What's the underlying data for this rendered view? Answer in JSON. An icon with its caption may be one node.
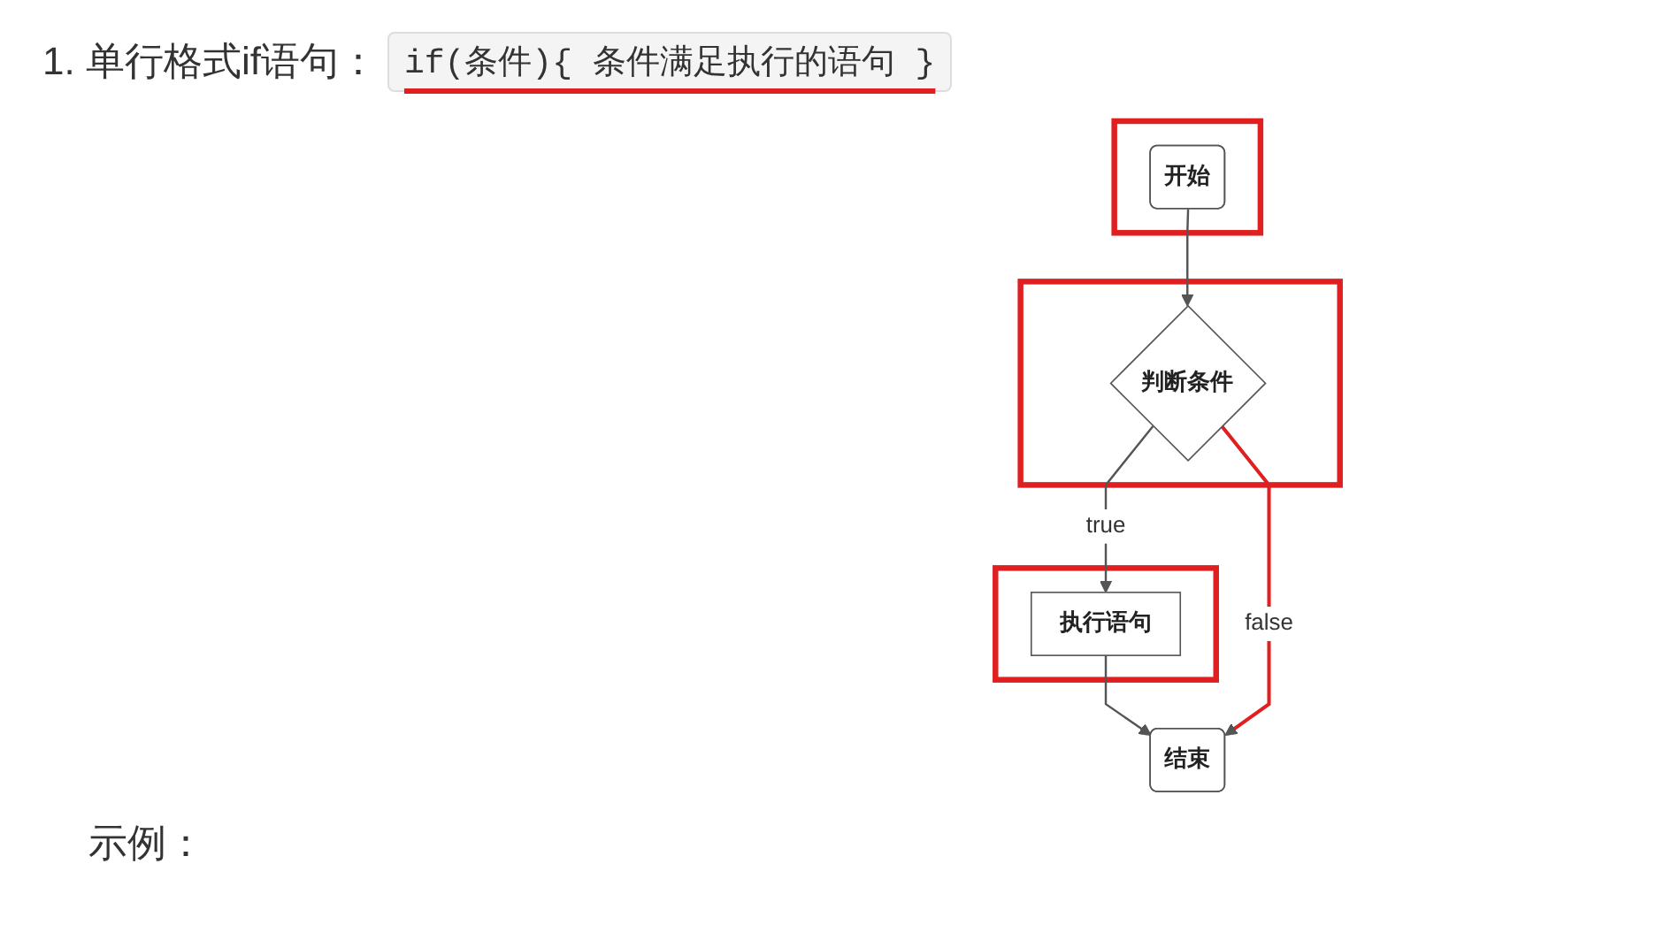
{
  "diagram": {
    "title": "1. 单行格式if语句：",
    "nodes": [
      {
        "text": [],
        "shape": "box"
      },
      {
        "text": [
          "开始"
        ],
        "in": 0
      },
      {
        "text": [],
        "shape": "box"
      },
      {
        "text": [
          "判断条件"
        ],
        "in": 2
      },
      {
        "text": [],
        "shape": "box"
      },
      {
        "text": [
          "执行语句"
        ],
        "in": 4
      },
      {
        "text": [
          "结束"
        ]
      }
    ],
    "edges": [
      {
        "from": 1,
        "to": 3,
        "arrow": "to"
      },
      {
        "from": 3,
        "to": 5,
        "arrow": "to",
        "label": "true"
      },
      {
        "from": 5,
        "to": 6,
        "arrow": "to"
      },
      {
        "from": 3,
        "to": 6,
        "arrow": "to",
        "label": "false",
        "color": "#e02020"
      }
    ],
    "labels": [
      "if(条件){ 条件满足执行的语句 }",
      "示例："
    ]
  }
}
